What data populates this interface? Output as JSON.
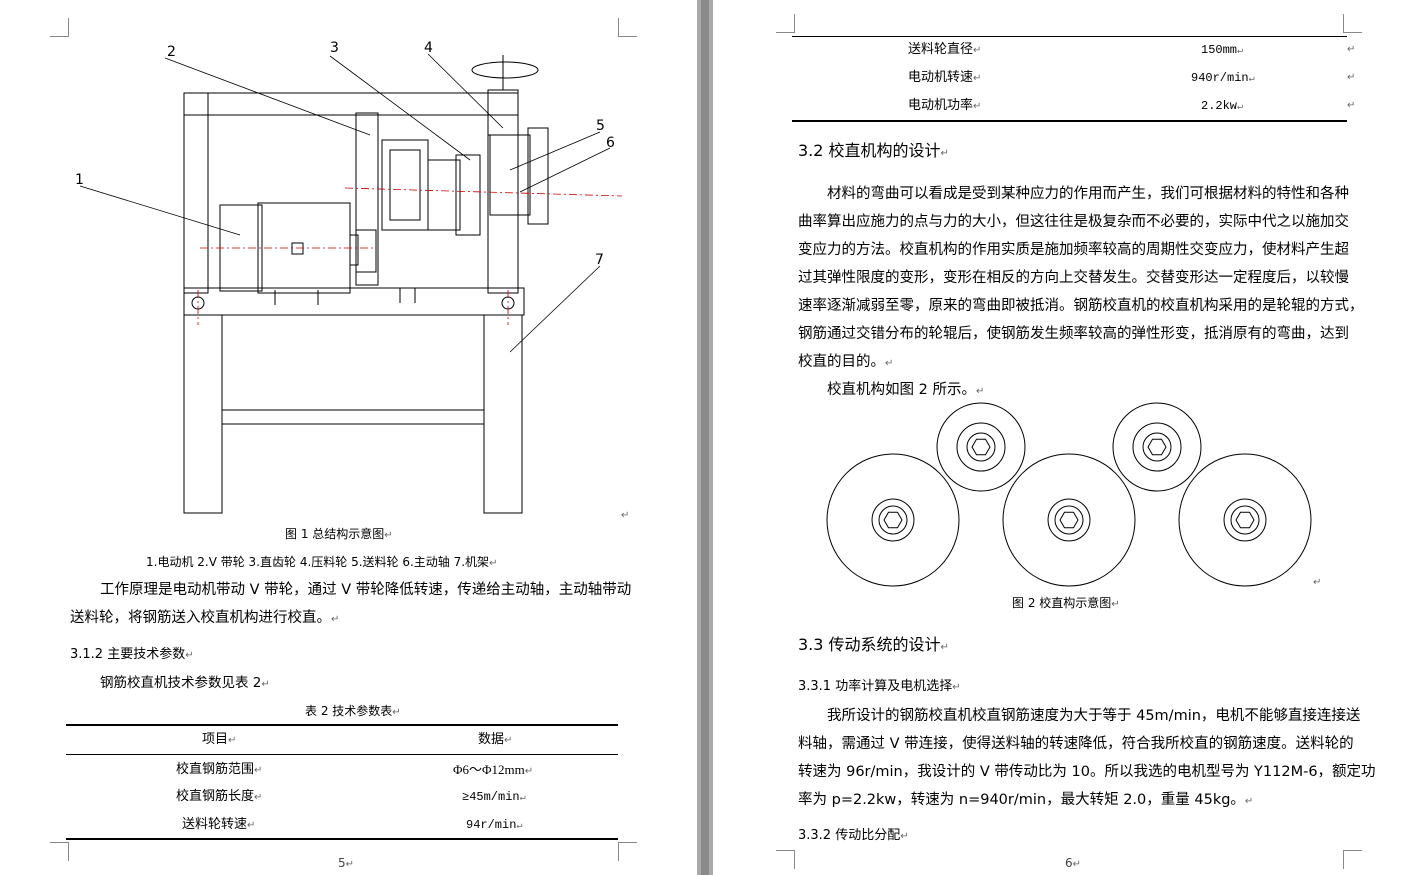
{
  "left_page": {
    "figure1": {
      "numbers": [
        "1",
        "2",
        "3",
        "4",
        "5",
        "6",
        "7"
      ],
      "caption": "图 1  总结构示意图",
      "legend": "1.电动机 2.V 带轮 3.直齿轮 4.压料轮 5.送料轮 6.主动轴 7.机架"
    },
    "paragraph1_line1": "工作原理是电动机带动 V 带轮，通过 V 带轮降低转速，传递给主动轴，主动轴带动",
    "paragraph1_line2": "送料轮，将钢筋送入校直机构进行校直。",
    "section_312": "3.1.2 主要技术参数",
    "intro_table": "钢筋校直机技术参数见表 2",
    "table_title": "表 2  技术参数表",
    "table_headers": [
      "项目",
      "数据"
    ],
    "table_rows": [
      [
        "校直钢筋范围",
        "Φ6～Φ12mm"
      ],
      [
        "校直钢筋长度",
        "≥45m/min"
      ],
      [
        "送料轮转速",
        "94r/min"
      ]
    ],
    "page_number": "5"
  },
  "right_page": {
    "table_rows": [
      [
        "送料轮直径",
        "150mm"
      ],
      [
        "电动机转速",
        "940r/min"
      ],
      [
        "电动机功率",
        "2.2kw"
      ]
    ],
    "section_32": "3.2 校直机构的设计",
    "para2": [
      "材料的弯曲可以看成是受到某种应力的作用而产生，我们可根据材料的特性和各种",
      "曲率算出应施力的点与力的大小，但这往往是极复杂而不必要的，实际中代之以施加交",
      "变应力的方法。校直机构的作用实质是施加频率较高的周期性交变应力，使材料产生超",
      "过其弹性限度的变形，变形在相反的方向上交替发生。交替变形达一定程度后，以较慢",
      "速率逐渐减弱至零，原来的弯曲即被抵消。钢筋校直机的校直机构采用的是轮辊的方式，",
      "钢筋通过交错分布的轮辊后，使钢筋发生频率较高的弹性形变，抵消原有的弯曲，达到",
      "校直的目的。"
    ],
    "para3": "校直机构如图 2 所示。",
    "figure2_caption": "图 2  校直构示意图",
    "section_33": "3.3 传动系统的设计",
    "section_331": "3.3.1 功率计算及电机选择",
    "para4": [
      "我所设计的钢筋校直机校直钢筋速度为大于等于 45m/min，电机不能够直接连接送",
      "料轴，需通过 V 带连接，使得送料轴的转速降低，符合我所校直的钢筋速度。送料轮的",
      "转速为 96r/min，我设计的 V 带传动比为 10。所以我选的电机型号为 Y112M-6，额定功",
      "率为 p=2.2kw，转速为 n=940r/min，最大转矩 2.0，重量 45kg。"
    ],
    "section_332": "3.3.2 传动比分配",
    "page_number": "6"
  },
  "marks": {
    "para": "↵",
    "cell": "↵"
  }
}
